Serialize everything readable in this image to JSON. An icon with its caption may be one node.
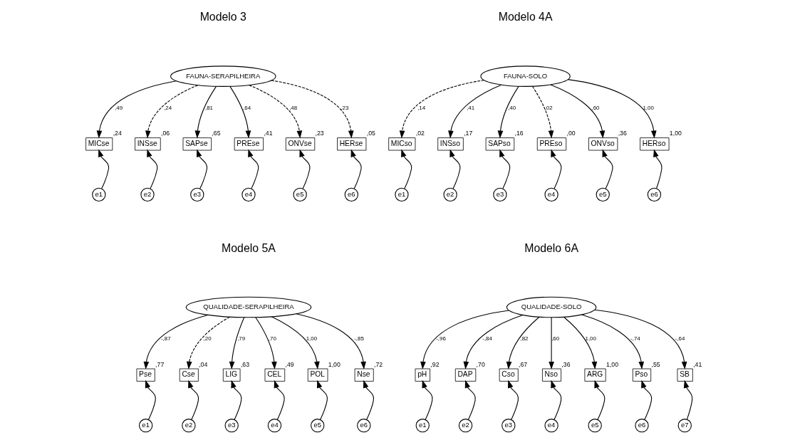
{
  "diagram": {
    "nodes": [
      {
        "text": [
          "FAUNA-SERAPILHEIRA"
        ]
      },
      {
        "text": [
          "MICse"
        ],
        "beside": [
          ",24"
        ]
      },
      {
        "text": [
          "INSse"
        ],
        "beside": [
          ",06"
        ]
      },
      {
        "text": [
          "SAPse"
        ],
        "beside": [
          ",65"
        ]
      },
      {
        "text": [
          "PREse"
        ],
        "beside": [
          ",41"
        ]
      },
      {
        "text": [
          "ONVse"
        ],
        "beside": [
          ",23"
        ]
      },
      {
        "text": [
          "HERse"
        ],
        "beside": [
          ",05"
        ]
      },
      {
        "text": [
          "e1"
        ]
      },
      {
        "text": [
          "e2"
        ]
      },
      {
        "text": [
          "e3"
        ]
      },
      {
        "text": [
          "e4"
        ]
      },
      {
        "text": [
          "e5"
        ]
      },
      {
        "text": [
          "e6"
        ]
      },
      {
        "text": [
          "FAUNA-SOLO"
        ]
      },
      {
        "text": [
          "MICso"
        ],
        "beside": [
          ",02"
        ]
      },
      {
        "text": [
          "INSso"
        ],
        "beside": [
          ",17"
        ]
      },
      {
        "text": [
          "SAPso"
        ],
        "beside": [
          ",16"
        ]
      },
      {
        "text": [
          "PREso"
        ],
        "beside": [
          ",00"
        ]
      },
      {
        "text": [
          "ONVso"
        ],
        "beside": [
          ",36"
        ]
      },
      {
        "text": [
          "HERso"
        ],
        "beside": [
          "1,00"
        ]
      },
      {
        "text": [
          "e1"
        ]
      },
      {
        "text": [
          "e2"
        ]
      },
      {
        "text": [
          "e3"
        ]
      },
      {
        "text": [
          "e4"
        ]
      },
      {
        "text": [
          "e5"
        ]
      },
      {
        "text": [
          "e6"
        ]
      },
      {
        "text": [
          "QUALIDADE-SERAPILHEIRA"
        ]
      },
      {
        "text": [
          "Pse"
        ],
        "beside": [
          ",77"
        ]
      },
      {
        "text": [
          "Cse"
        ],
        "beside": [
          ",04"
        ]
      },
      {
        "text": [
          "LIG"
        ],
        "beside": [
          ",63"
        ]
      },
      {
        "text": [
          "CEL"
        ],
        "beside": [
          ",49"
        ]
      },
      {
        "text": [
          "POL"
        ],
        "beside": [
          "1,00"
        ]
      },
      {
        "text": [
          "Nse"
        ],
        "beside": [
          ",72"
        ]
      },
      {
        "text": [
          "e1"
        ]
      },
      {
        "text": [
          "e2"
        ]
      },
      {
        "text": [
          "e3"
        ]
      },
      {
        "text": [
          "e4"
        ]
      },
      {
        "text": [
          "e5"
        ]
      },
      {
        "text": [
          "e6"
        ]
      },
      {
        "text": [
          "QUALIDADE-SOLO"
        ]
      },
      {
        "text": [
          "pH"
        ],
        "beside": [
          ",92"
        ]
      },
      {
        "text": [
          "DAP"
        ],
        "beside": [
          ",70"
        ]
      },
      {
        "text": [
          "Cso"
        ],
        "beside": [
          ",67"
        ]
      },
      {
        "text": [
          "Nso"
        ],
        "beside": [
          ",36"
        ]
      },
      {
        "text": [
          "ARG"
        ],
        "beside": [
          "1,00"
        ]
      },
      {
        "text": [
          "Pso"
        ],
        "beside": [
          ",55"
        ]
      },
      {
        "text": [
          "SB"
        ],
        "beside": [
          ",41"
        ]
      },
      {
        "text": [
          "e1"
        ]
      },
      {
        "text": [
          "e2"
        ]
      },
      {
        "text": [
          "e3"
        ]
      },
      {
        "text": [
          "e4"
        ]
      },
      {
        "text": [
          "e5"
        ]
      },
      {
        "text": [
          "e6"
        ]
      },
      {
        "text": [
          "e7"
        ]
      }
    ],
    "edges": [
      {
        "from": 0,
        "to": 1,
        "arrow": "to",
        "label": ",49"
      },
      {
        "from": 0,
        "to": 2,
        "arrow": "to",
        "label": ",24",
        "style": "dashed"
      },
      {
        "from": 0,
        "to": 3,
        "arrow": "to",
        "label": ",81"
      },
      {
        "from": 0,
        "to": 4,
        "arrow": "to",
        "label": ",64"
      },
      {
        "from": 0,
        "to": 5,
        "arrow": "to",
        "label": ",48",
        "style": "dashed"
      },
      {
        "from": 0,
        "to": 6,
        "arrow": "to",
        "label": ",23",
        "style": "dashed"
      },
      {
        "from": 7,
        "to": 1,
        "arrow": "to"
      },
      {
        "from": 8,
        "to": 2,
        "arrow": "to"
      },
      {
        "from": 9,
        "to": 3,
        "arrow": "to"
      },
      {
        "from": 10,
        "to": 4,
        "arrow": "to"
      },
      {
        "from": 11,
        "to": 5,
        "arrow": "to"
      },
      {
        "from": 12,
        "to": 6,
        "arrow": "to"
      },
      {
        "from": 13,
        "to": 14,
        "arrow": "to",
        "label": ",14",
        "style": "dashed"
      },
      {
        "from": 13,
        "to": 15,
        "arrow": "to",
        "label": ",41"
      },
      {
        "from": 13,
        "to": 16,
        "arrow": "to",
        "label": ",40"
      },
      {
        "from": 13,
        "to": 17,
        "arrow": "to",
        "label": ",02",
        "style": "dashed"
      },
      {
        "from": 13,
        "to": 18,
        "arrow": "to",
        "label": ",60"
      },
      {
        "from": 13,
        "to": 19,
        "arrow": "to",
        "label": "1,00"
      },
      {
        "from": 20,
        "to": 14,
        "arrow": "to"
      },
      {
        "from": 21,
        "to": 15,
        "arrow": "to"
      },
      {
        "from": 22,
        "to": 16,
        "arrow": "to"
      },
      {
        "from": 23,
        "to": 17,
        "arrow": "to"
      },
      {
        "from": 24,
        "to": 18,
        "arrow": "to"
      },
      {
        "from": 25,
        "to": 19,
        "arrow": "to"
      },
      {
        "from": 26,
        "to": 27,
        "arrow": "to",
        "label": "-,87"
      },
      {
        "from": 26,
        "to": 28,
        "arrow": "to",
        "label": ",20",
        "style": "dashed"
      },
      {
        "from": 26,
        "to": 29,
        "arrow": "to",
        "label": ",79"
      },
      {
        "from": 26,
        "to": 30,
        "arrow": "to",
        "label": ",70"
      },
      {
        "from": 26,
        "to": 31,
        "arrow": "to",
        "label": "1,00"
      },
      {
        "from": 26,
        "to": 32,
        "arrow": "to",
        "label": "-,85"
      },
      {
        "from": 33,
        "to": 27,
        "arrow": "to"
      },
      {
        "from": 34,
        "to": 28,
        "arrow": "to"
      },
      {
        "from": 35,
        "to": 29,
        "arrow": "to"
      },
      {
        "from": 36,
        "to": 30,
        "arrow": "to"
      },
      {
        "from": 37,
        "to": 31,
        "arrow": "to"
      },
      {
        "from": 38,
        "to": 32,
        "arrow": "to"
      },
      {
        "from": 39,
        "to": 40,
        "arrow": "to",
        "label": "-,96"
      },
      {
        "from": 39,
        "to": 41,
        "arrow": "to",
        "label": "-,84"
      },
      {
        "from": 39,
        "to": 42,
        "arrow": "to",
        "label": ",82"
      },
      {
        "from": 39,
        "to": 43,
        "arrow": "to",
        "label": ",60"
      },
      {
        "from": 39,
        "to": 44,
        "arrow": "to",
        "label": "1,00"
      },
      {
        "from": 39,
        "to": 45,
        "arrow": "to",
        "label": "-,74"
      },
      {
        "from": 39,
        "to": 46,
        "arrow": "to",
        "label": "-,64"
      },
      {
        "from": 47,
        "to": 40,
        "arrow": "to"
      },
      {
        "from": 48,
        "to": 41,
        "arrow": "to"
      },
      {
        "from": 49,
        "to": 42,
        "arrow": "to"
      },
      {
        "from": 50,
        "to": 43,
        "arrow": "to"
      },
      {
        "from": 51,
        "to": 44,
        "arrow": "to"
      },
      {
        "from": 52,
        "to": 45,
        "arrow": "to"
      },
      {
        "from": 53,
        "to": 46,
        "arrow": "to"
      }
    ],
    "labels": [
      "Modelo 3",
      "Modelo 4A",
      "Modelo 5A",
      "Modelo 6A"
    ]
  }
}
